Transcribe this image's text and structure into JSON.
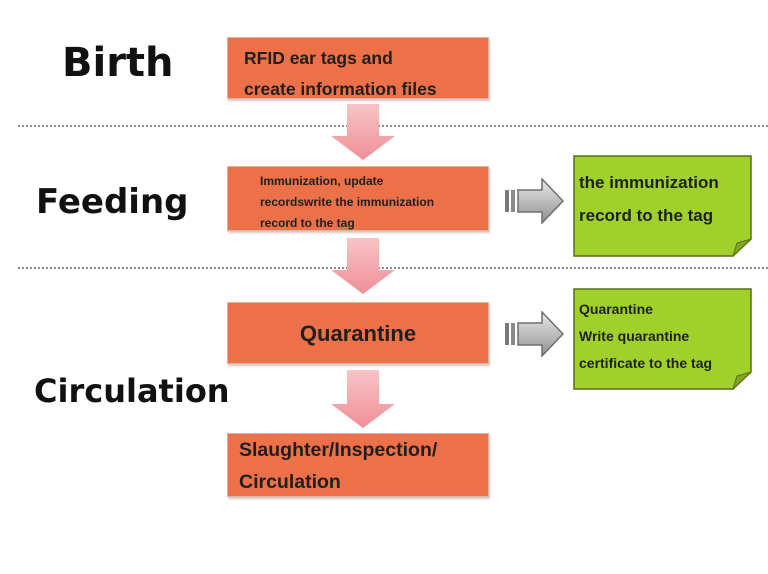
{
  "stages": {
    "birth": "Birth",
    "feeding": "Feeding",
    "circulation": "Circulation"
  },
  "steps": {
    "birth": [
      "RFID ear tags and",
      "create information files"
    ],
    "feeding": [
      "Immunization, update",
      "recordswrite the immunization",
      "record to the tag"
    ],
    "quarantine": "Quarantine",
    "slaughter": [
      "Slaughter/Inspection/",
      "Circulation"
    ]
  },
  "notes": {
    "immunization": [
      "the immunization",
      "record to the tag"
    ],
    "quarantine": [
      "Quarantine",
      "Write quarantine",
      "certificate to the tag"
    ]
  },
  "colors": {
    "step_box": "#ec7048",
    "down_arrow": "#f2a3a8",
    "note_fill": "#9fd12a",
    "side_arrow": "#c9c9c9"
  }
}
